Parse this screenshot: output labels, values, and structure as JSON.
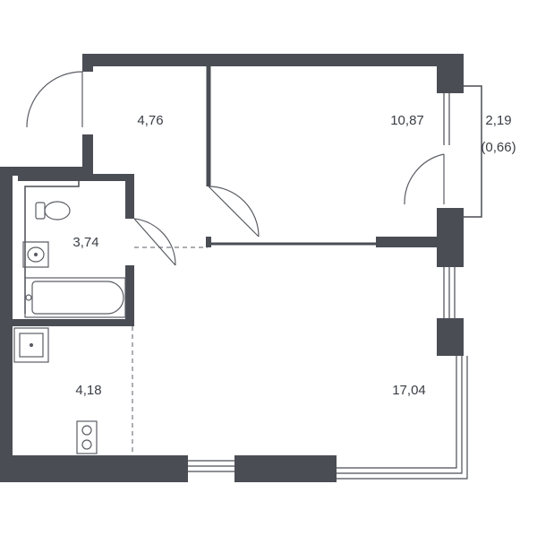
{
  "colors": {
    "wall": "#4a4d54",
    "line": "#5a5d64",
    "label": "#3a3e45",
    "background": "#ffffff"
  },
  "rooms": [
    {
      "id": "hallway",
      "area": "4,76"
    },
    {
      "id": "bedroom",
      "area": "10,87"
    },
    {
      "id": "balcony",
      "area": "2,19",
      "sub": "(0,66)"
    },
    {
      "id": "bathroom",
      "area": "3,74"
    },
    {
      "id": "kitchen",
      "area": "4,18"
    },
    {
      "id": "living-room",
      "area": "17,04"
    }
  ]
}
